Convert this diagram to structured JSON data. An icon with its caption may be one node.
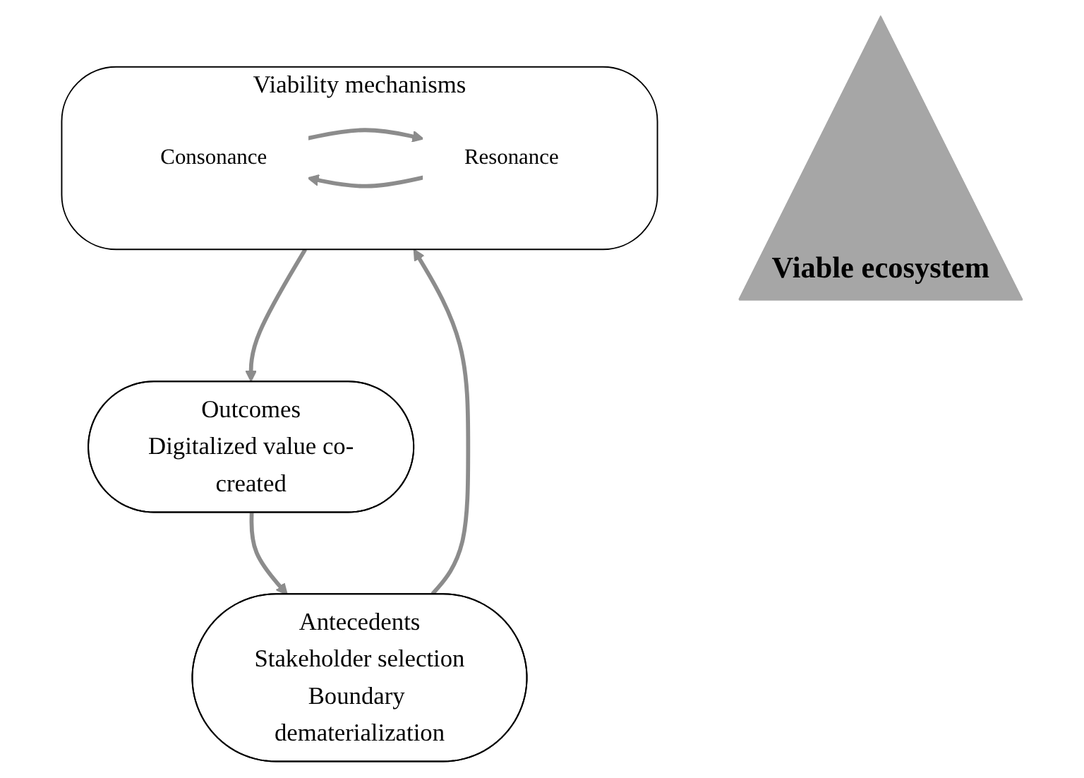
{
  "diagram": {
    "nodes": [
      {
        "text": [
          "Viability mechanisms"
        ]
      },
      {
        "text": [
          "Consonance"
        ],
        "in": 0
      },
      {
        "text": [
          "Resonance"
        ],
        "in": 0
      },
      {
        "text": [
          "Viable ecosystem"
        ]
      },
      {
        "text": [
          "Antecedents",
          "Stakeholder selection",
          "Boundary dematerialization"
        ]
      },
      {
        "text": [
          "Outcomes",
          "Digitalized value co-created"
        ]
      }
    ],
    "edges": [
      {
        "from": 1,
        "to": 2,
        "arrow": "to"
      },
      {
        "from": 2,
        "to": 1,
        "arrow": "to"
      },
      {
        "from": 4,
        "to": 0,
        "arrow": "to"
      },
      {
        "from": 0,
        "to": 5,
        "arrow": "to"
      },
      {
        "from": 5,
        "to": 4,
        "arrow": "to"
      }
    ]
  }
}
